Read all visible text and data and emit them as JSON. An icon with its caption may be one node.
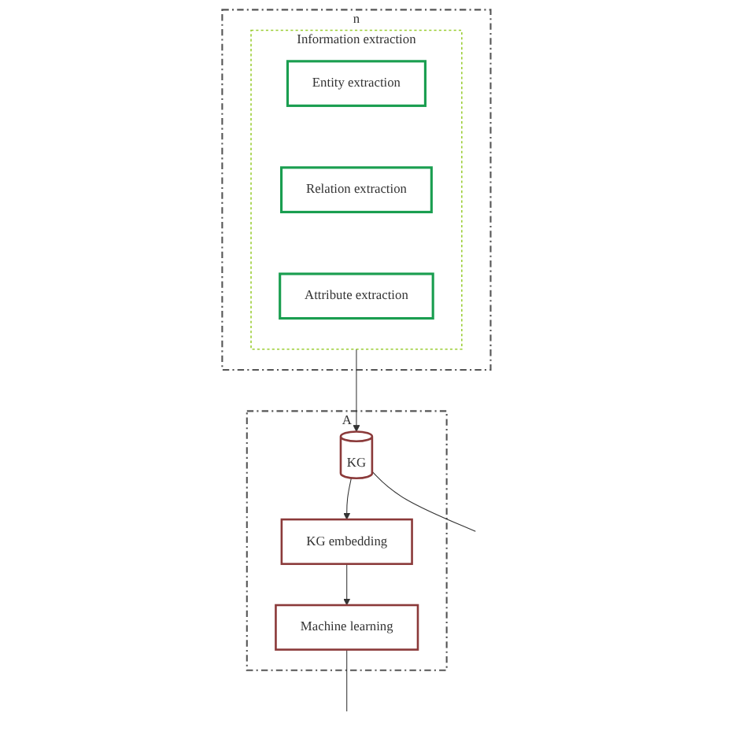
{
  "diagram": {
    "nodes": [
      {
        "text": [
          "n"
        ]
      },
      {
        "text": [
          "Information extraction"
        ],
        "in": 0
      },
      {
        "text": [
          "Entity extraction"
        ],
        "in": 1
      },
      {
        "text": [
          "Relation extraction"
        ],
        "in": 1
      },
      {
        "text": [
          "Attribute extraction"
        ],
        "in": 1
      },
      {
        "text": [
          "A"
        ]
      },
      {
        "text": [
          "KG"
        ],
        "in": 5
      },
      {
        "text": [
          "KG embedding"
        ],
        "in": 5
      },
      {
        "text": [
          "Machine learning"
        ],
        "in": 5
      }
    ],
    "edges": [
      {
        "from": 1,
        "to": 6,
        "arrow": "to"
      },
      {
        "from": 6,
        "to": 7,
        "arrow": "to"
      },
      {
        "from": 7,
        "to": 8,
        "arrow": "to"
      },
      {
        "from": 6,
        "to": null,
        "arrow": "none"
      },
      {
        "from": 8,
        "to": null,
        "arrow": "none"
      }
    ]
  }
}
